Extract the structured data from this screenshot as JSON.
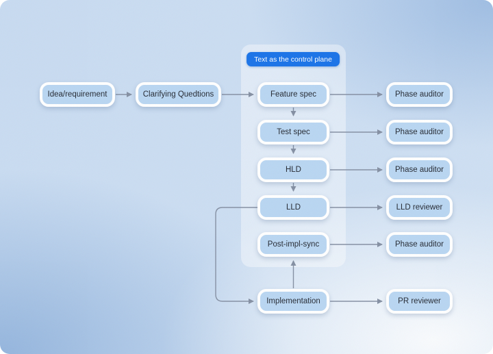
{
  "diagram": {
    "badge": {
      "label": "Text as the control plane"
    },
    "nodes": {
      "idea": {
        "label": "Idea/requirement"
      },
      "clarifying": {
        "label": "Clarifying Quedtions"
      },
      "feature_spec": {
        "label": "Feature spec"
      },
      "test_spec": {
        "label": "Test spec"
      },
      "hld": {
        "label": "HLD"
      },
      "lld": {
        "label": "LLD"
      },
      "post_impl_sync": {
        "label": "Post-impl-sync"
      },
      "implementation": {
        "label": "Implementation"
      },
      "phase_auditor_1": {
        "label": "Phase auditor"
      },
      "phase_auditor_2": {
        "label": "Phase auditor"
      },
      "phase_auditor_3": {
        "label": "Phase auditor"
      },
      "lld_reviewer": {
        "label": "LLD reviewer"
      },
      "phase_auditor_4": {
        "label": "Phase auditor"
      },
      "pr_reviewer": {
        "label": "PR reviewer"
      }
    },
    "edges": [
      {
        "from": "idea",
        "to": "clarifying",
        "type": "h"
      },
      {
        "from": "clarifying",
        "to": "feature_spec",
        "type": "h"
      },
      {
        "from": "feature_spec",
        "to": "phase_auditor_1",
        "type": "h"
      },
      {
        "from": "feature_spec",
        "to": "test_spec",
        "type": "v"
      },
      {
        "from": "test_spec",
        "to": "phase_auditor_2",
        "type": "h"
      },
      {
        "from": "test_spec",
        "to": "hld",
        "type": "v"
      },
      {
        "from": "hld",
        "to": "phase_auditor_3",
        "type": "h"
      },
      {
        "from": "hld",
        "to": "lld",
        "type": "v"
      },
      {
        "from": "lld",
        "to": "lld_reviewer",
        "type": "h"
      },
      {
        "from": "lld",
        "to": "implementation",
        "type": "loop-left"
      },
      {
        "from": "implementation",
        "to": "post_impl_sync",
        "type": "v-up"
      },
      {
        "from": "post_impl_sync",
        "to": "phase_auditor_4",
        "type": "h"
      },
      {
        "from": "implementation",
        "to": "pr_reviewer",
        "type": "h"
      }
    ],
    "colors": {
      "badge_bg": "#1a73e8",
      "badge_text": "#ffffff",
      "node_fill": "#b9d6f2",
      "node_border": "#ffffff",
      "node_text": "#262b34",
      "connector": "#8590a3"
    }
  }
}
